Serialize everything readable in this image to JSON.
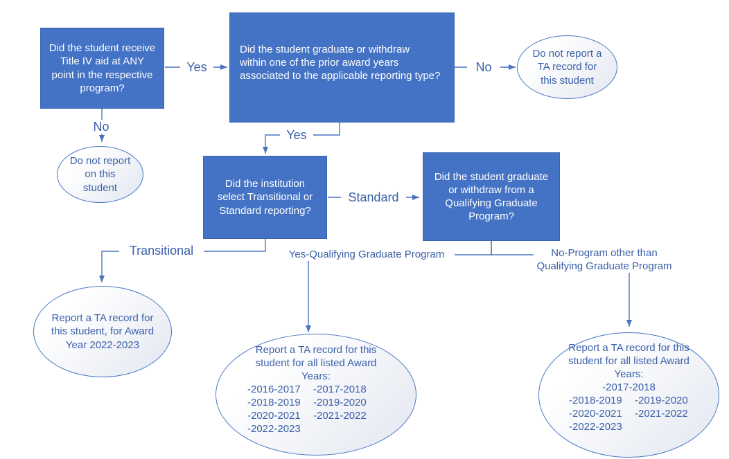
{
  "diagram": {
    "nodes": {
      "title_iv": {
        "lines": [
          "Did the student receive",
          "Title IV aid at ANY",
          "point in the respective",
          "program?"
        ]
      },
      "grad_withdraw": {
        "lines": [
          "Did the student graduate or withdraw",
          "within one of the prior award years",
          "associated to the applicable reporting type?"
        ]
      },
      "reporting_select": {
        "lines": [
          "Did the institution",
          "select Transitional or",
          "Standard reporting?"
        ]
      },
      "qualifying_grad": {
        "lines": [
          "Did the student graduate",
          "or withdraw from a",
          "Qualifying Graduate",
          "Program?"
        ]
      }
    },
    "outcomes": {
      "no_report_ta": {
        "lines": [
          "Do not report a",
          "TA record for",
          "this student"
        ]
      },
      "no_report_student": {
        "lines": [
          "Do not report",
          "on this",
          "student"
        ]
      },
      "report_2022_2023": {
        "lines": [
          "Report a TA record for",
          "this student, for Award",
          "Year 2022-2023"
        ]
      },
      "report_seven_years": {
        "heading_lines": [
          "Report a TA record for this",
          "student for all listed Award",
          "Years:"
        ],
        "year_rows": [
          [
            "-2016-2017",
            "-2017-2018"
          ],
          [
            "-2018-2019",
            "-2019-2020"
          ],
          [
            "-2020-2021",
            "-2021-2022"
          ],
          [
            "-2022-2023",
            ""
          ]
        ]
      },
      "report_six_years": {
        "heading_lines": [
          "Report a TA record for this",
          "student for all listed Award",
          "Years:"
        ],
        "year_single": "-2017-2018",
        "year_rows": [
          [
            "-2018-2019",
            "-2019-2020"
          ],
          [
            "-2020-2021",
            "-2021-2022"
          ],
          [
            "-2022-2023",
            ""
          ]
        ]
      }
    },
    "edge_labels": {
      "yes_aid": "Yes",
      "no_aid": "No",
      "no_grad": "No",
      "yes_grad": "Yes",
      "standard": "Standard",
      "transitional": "Transitional",
      "yes_qgp": "Yes-Qualifying Graduate Program",
      "no_qgp": "No-Program other than Qualifying Graduate Program"
    },
    "colors": {
      "box_fill": "#4472c4",
      "box_border": "#3b64b4",
      "box_text": "#ffffff",
      "line": "#4a74c0",
      "label_text": "#3a5fa9",
      "ellipse_border": "#4876c5",
      "ellipse_text": "#3a5fa9",
      "ellipse_fill_top": "#ffffff",
      "ellipse_fill_bottom": "#e4e8f1",
      "background": "#ffffff"
    }
  }
}
